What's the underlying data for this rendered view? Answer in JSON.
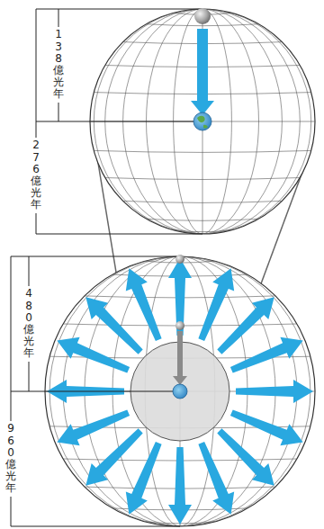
{
  "diagram": {
    "labels": [
      "138億光年",
      "276億光年",
      "480億光年",
      "960億光年"
    ]
  }
}
